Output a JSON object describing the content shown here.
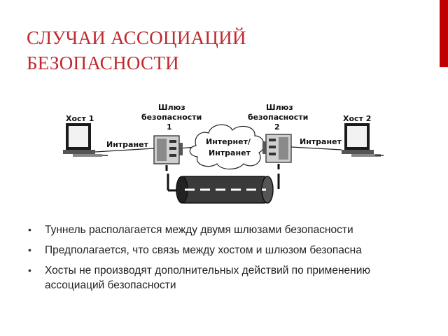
{
  "title": [
    "СЛУЧАИ АССОЦИАЦИЙ",
    "БЕЗОПАСНОСТИ"
  ],
  "diagram": {
    "host1": "Хост 1",
    "host2": "Хост 2",
    "gateway1": [
      "Шлюз",
      "безопасности",
      "1"
    ],
    "gateway2": [
      "Шлюз",
      "безопасности",
      "2"
    ],
    "intranet_left": "Интранет",
    "intranet_right": "Интранет",
    "cloud": [
      "Интернет/",
      "Интранет"
    ]
  },
  "bullets": [
    "Туннель располагается между двумя шлюзами безопасности",
    "Предполагается, что связь между хостом и шлюзом безопасна",
    "Хосты не производят дополнительных действий по применению ассоциаций безопасности"
  ],
  "colors": {
    "title": "#c0282d",
    "accent_bar": "#c00000"
  }
}
